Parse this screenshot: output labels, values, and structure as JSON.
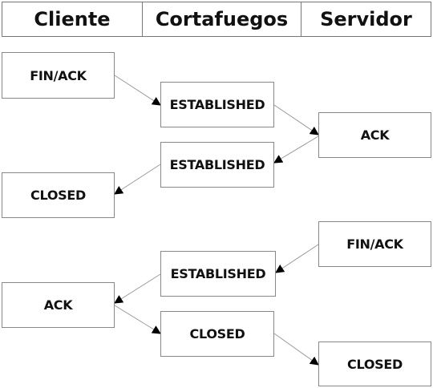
{
  "columns": [
    "Cliente",
    "Cortafuegos",
    "Servidor"
  ],
  "states": {
    "c_finack": "FIN/ACK",
    "f_est1": "ESTABLISHED",
    "s_ack": "ACK",
    "f_est2": "ESTABLISHED",
    "c_closed": "CLOSED",
    "s_finack": "FIN/ACK",
    "f_est3": "ESTABLISHED",
    "c_ack": "ACK",
    "f_closed": "CLOSED",
    "s_closed": "CLOSED"
  },
  "colors": {
    "line": "#999999",
    "arrowhead": "#000000",
    "border": "#888888"
  }
}
